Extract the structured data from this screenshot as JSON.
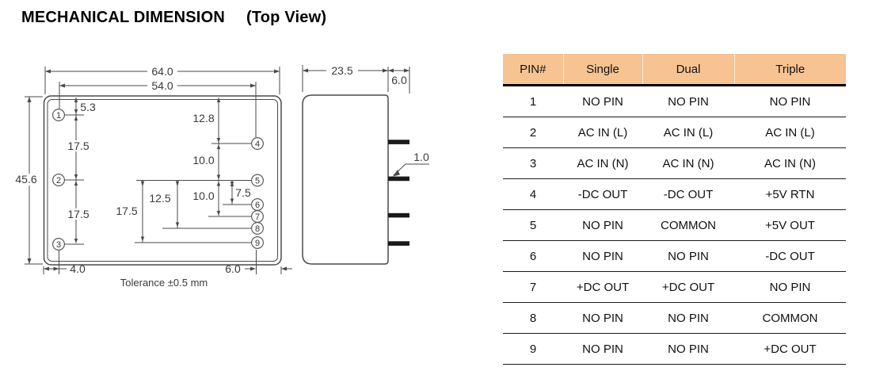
{
  "page": {
    "title": "MECHANICAL DIMENSION",
    "subtitle": "(Top View)"
  },
  "top_view": {
    "labels": {
      "overall_width": "64.0",
      "pin_span_width": "54.0",
      "overall_height": "45.6",
      "pin1_top_offset": "5.3",
      "left_pitch_1_2": "17.5",
      "left_pitch_2_3": "17.5",
      "right_top_offset": "12.8",
      "right_pitch_4_5": "10.0",
      "right_pitch_5_7": "10.0",
      "right_pitch_5_6": "7.5",
      "right_pitch_5_8": "12.5",
      "right_pitch_5_9": "17.5",
      "bottom_left_offset": "4.0",
      "bottom_right_offset": "6.0"
    },
    "pin_numbers": [
      "1",
      "2",
      "3",
      "4",
      "5",
      "6",
      "7",
      "8",
      "9"
    ],
    "tolerance_note": "Tolerance ±0.5 mm"
  },
  "side_view": {
    "labels": {
      "body_depth": "23.5",
      "pin_length": "6.0",
      "pin_thickness": "1.0"
    }
  },
  "table": {
    "headers": [
      "PIN#",
      "Single",
      "Dual",
      "Triple"
    ],
    "header_bg": "#F7C392",
    "rows": [
      [
        "1",
        "NO PIN",
        "NO PIN",
        "NO PIN"
      ],
      [
        "2",
        "AC IN (L)",
        "AC IN (L)",
        "AC IN (L)"
      ],
      [
        "3",
        "AC IN (N)",
        "AC IN (N)",
        "AC IN (N)"
      ],
      [
        "4",
        "-DC OUT",
        "-DC OUT",
        "+5V RTN"
      ],
      [
        "5",
        "NO PIN",
        "COMMON",
        "+5V OUT"
      ],
      [
        "6",
        "NO PIN",
        "NO PIN",
        "-DC OUT"
      ],
      [
        "7",
        "+DC OUT",
        "+DC OUT",
        "NO PIN"
      ],
      [
        "8",
        "NO PIN",
        "NO PIN",
        "COMMON"
      ],
      [
        "9",
        "NO PIN",
        "NO PIN",
        "+DC OUT"
      ]
    ]
  }
}
